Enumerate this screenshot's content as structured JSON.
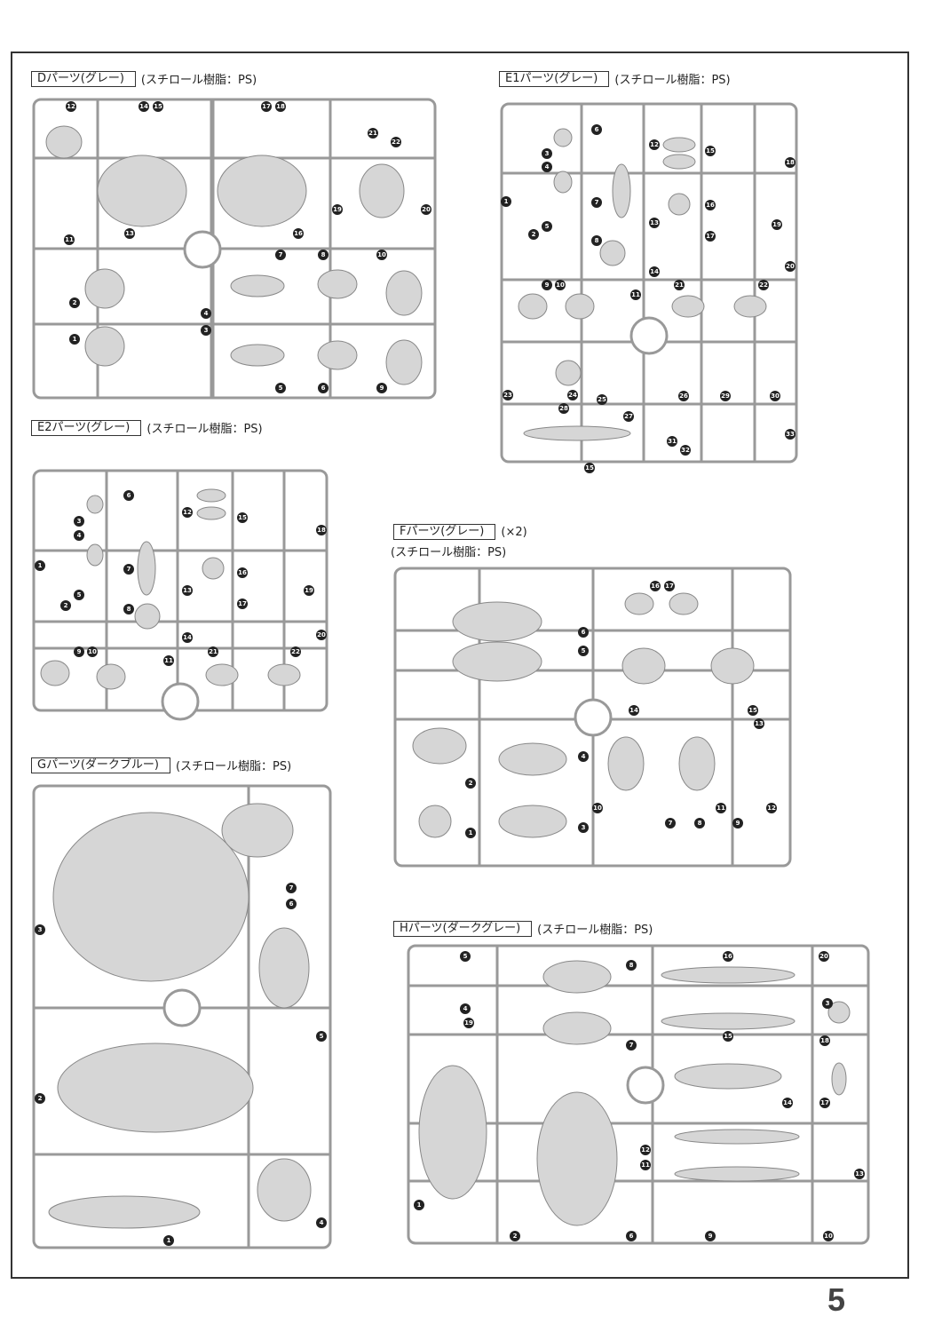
{
  "page_number": "5",
  "material": "(スチロール樹脂：PS)",
  "runners": {
    "D": {
      "label": "Dパーツ(グレー)",
      "parts": [
        "12",
        "14",
        "15",
        "17",
        "18",
        "21",
        "22",
        "13",
        "16",
        "19",
        "20",
        "11",
        "7",
        "8",
        "10",
        "2",
        "4",
        "3",
        "1",
        "5",
        "6",
        "9"
      ]
    },
    "E1": {
      "label": "E1パーツ(グレー)",
      "parts": [
        "6",
        "12",
        "15",
        "3",
        "4",
        "18",
        "1",
        "7",
        "16",
        "13",
        "19",
        "2",
        "5",
        "8",
        "17",
        "14",
        "20",
        "9",
        "10",
        "11",
        "21",
        "22",
        "23",
        "24",
        "25",
        "26",
        "29",
        "30",
        "28",
        "27",
        "31",
        "32",
        "33",
        "15"
      ]
    },
    "E2": {
      "label": "E2パーツ(グレー)",
      "parts": [
        "6",
        "12",
        "15",
        "3",
        "4",
        "18",
        "1",
        "7",
        "16",
        "13",
        "19",
        "2",
        "5",
        "8",
        "17",
        "14",
        "20",
        "9",
        "10",
        "11",
        "21",
        "22"
      ]
    },
    "F": {
      "label": "Fパーツ(グレー)",
      "quantity": "(×2)",
      "parts": [
        "16",
        "17",
        "6",
        "5",
        "14",
        "15",
        "13",
        "4",
        "2",
        "10",
        "7",
        "8",
        "11",
        "9",
        "3",
        "1",
        "12"
      ]
    },
    "G": {
      "label": "Gパーツ(ダークブルー)",
      "parts": [
        "7",
        "6",
        "3",
        "5",
        "2",
        "4",
        "1"
      ]
    },
    "H": {
      "label": "Hパーツ(ダークグレー)",
      "parts": [
        "5",
        "8",
        "16",
        "20",
        "4",
        "19",
        "3",
        "15",
        "7",
        "18",
        "14",
        "17",
        "12",
        "11",
        "13",
        "1",
        "2",
        "6",
        "9",
        "10"
      ]
    }
  }
}
